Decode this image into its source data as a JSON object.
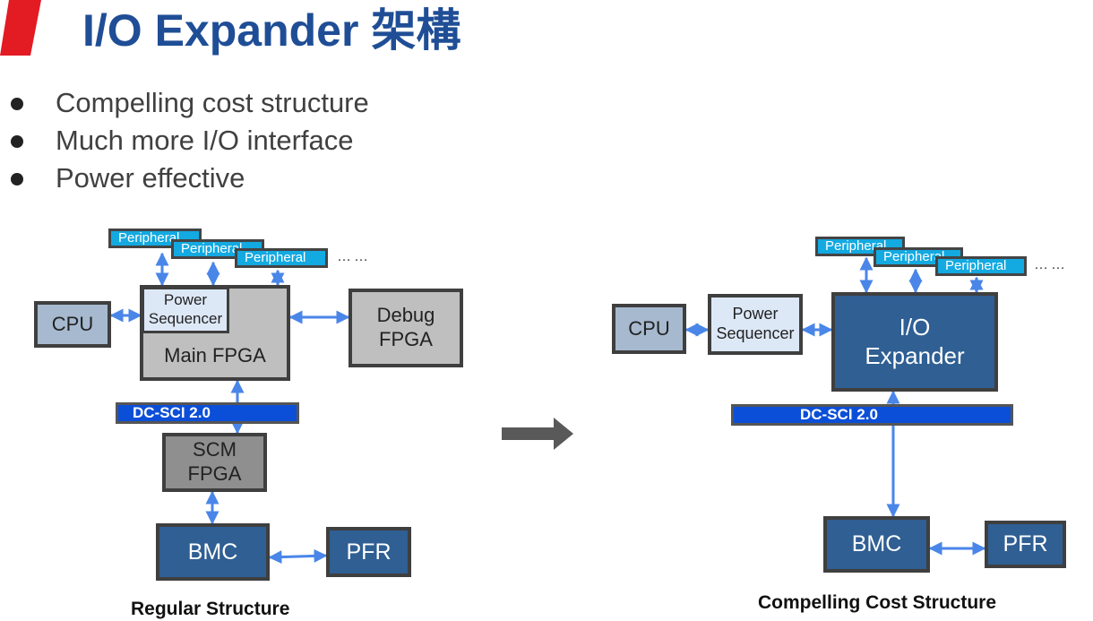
{
  "title": "I/O Expander 架構",
  "bullets": [
    "Compelling cost structure",
    "Much more I/O interface",
    "Power effective"
  ],
  "left": {
    "peripheral_labels": [
      "Peripheral",
      "Peripheral",
      "Peripheral"
    ],
    "ellipsis": "……",
    "cpu": "CPU",
    "power_sequencer": "Power\nSequencer",
    "main_fpga": "Main FPGA",
    "debug_fpga": "Debug\nFPGA",
    "bus": "DC-SCI 2.0",
    "scm_fpga": "SCM\nFPGA",
    "bmc": "BMC",
    "pfr": "PFR",
    "caption": "Regular Structure"
  },
  "right": {
    "peripheral_labels": [
      "Peripheral",
      "Peripheral",
      "Peripheral"
    ],
    "ellipsis": "……",
    "cpu": "CPU",
    "power_sequencer": "Power\nSequencer",
    "io_expander": "I/O\nExpander",
    "bus": "DC-SCI 2.0",
    "bmc": "BMC",
    "pfr": "PFR",
    "caption": "Compelling Cost Structure"
  },
  "colors": {
    "title": "#1f4e96",
    "accent_red": "#e31b23",
    "peripheral": "#13a9e1",
    "bus": "#0b4fd8",
    "navy_box": "#2f5f93",
    "link": "#4a86e8"
  }
}
